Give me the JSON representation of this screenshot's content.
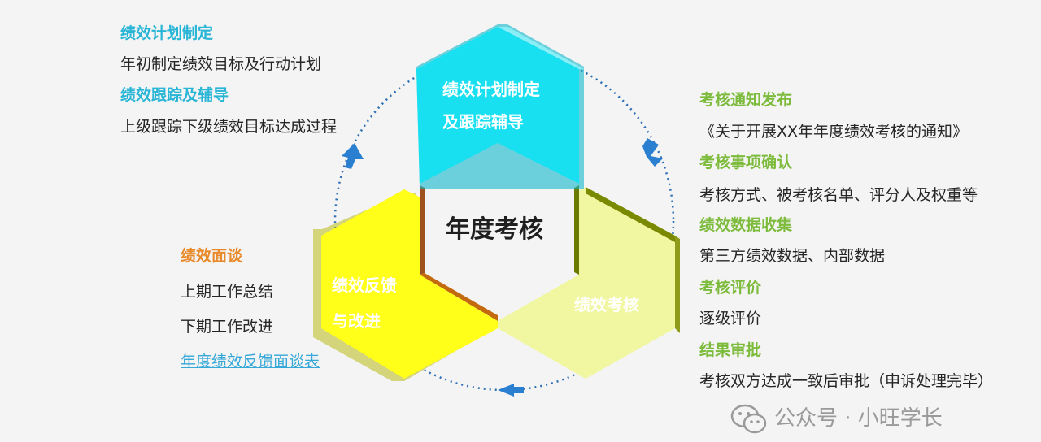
{
  "diagram": {
    "center_label": "年度考核",
    "hex_top": {
      "line1": "绩效计划制定",
      "line2": "及跟踪辅导"
    },
    "hex_left": {
      "line1": "绩效反馈",
      "line2": "与改进"
    },
    "hex_right": {
      "line1": "绩效考核"
    }
  },
  "left_top": {
    "h1": "绩效计划制定",
    "t1": "年初制定绩效目标及行动计划",
    "h2": "绩效跟踪及辅导",
    "t2": "上级跟踪下级绩效目标达成过程"
  },
  "left_bottom": {
    "h1": "绩效面谈",
    "t1": "上期工作总结",
    "t2": "下期工作改进",
    "link": "年度绩效反馈面谈表"
  },
  "right": {
    "h1": "考核通知发布",
    "t1": "《关于开展XX年年度绩效考核的通知》",
    "h2": "考核事项确认",
    "t2": "考核方式、被考核名单、评分人及权重等",
    "h3": "绩效数据收集",
    "t3": "第三方绩效数据、内部数据",
    "h4": "考核评价",
    "t4": "逐级评价",
    "h5": "结果审批",
    "t5": "考核双方达成一致后审批（申诉处理完毕）"
  },
  "watermark": {
    "text": "公众号 · 小旺学长",
    "icon": "wechat-icon"
  },
  "colors": {
    "cyan": "#19e0f0",
    "yellow": "#ffff1a",
    "light_yellow": "#f0f7a0",
    "heading_cyan": "#29b5d6",
    "heading_green": "#7dbb3c",
    "heading_orange": "#e8892a",
    "circle": "#2d6fb5"
  }
}
